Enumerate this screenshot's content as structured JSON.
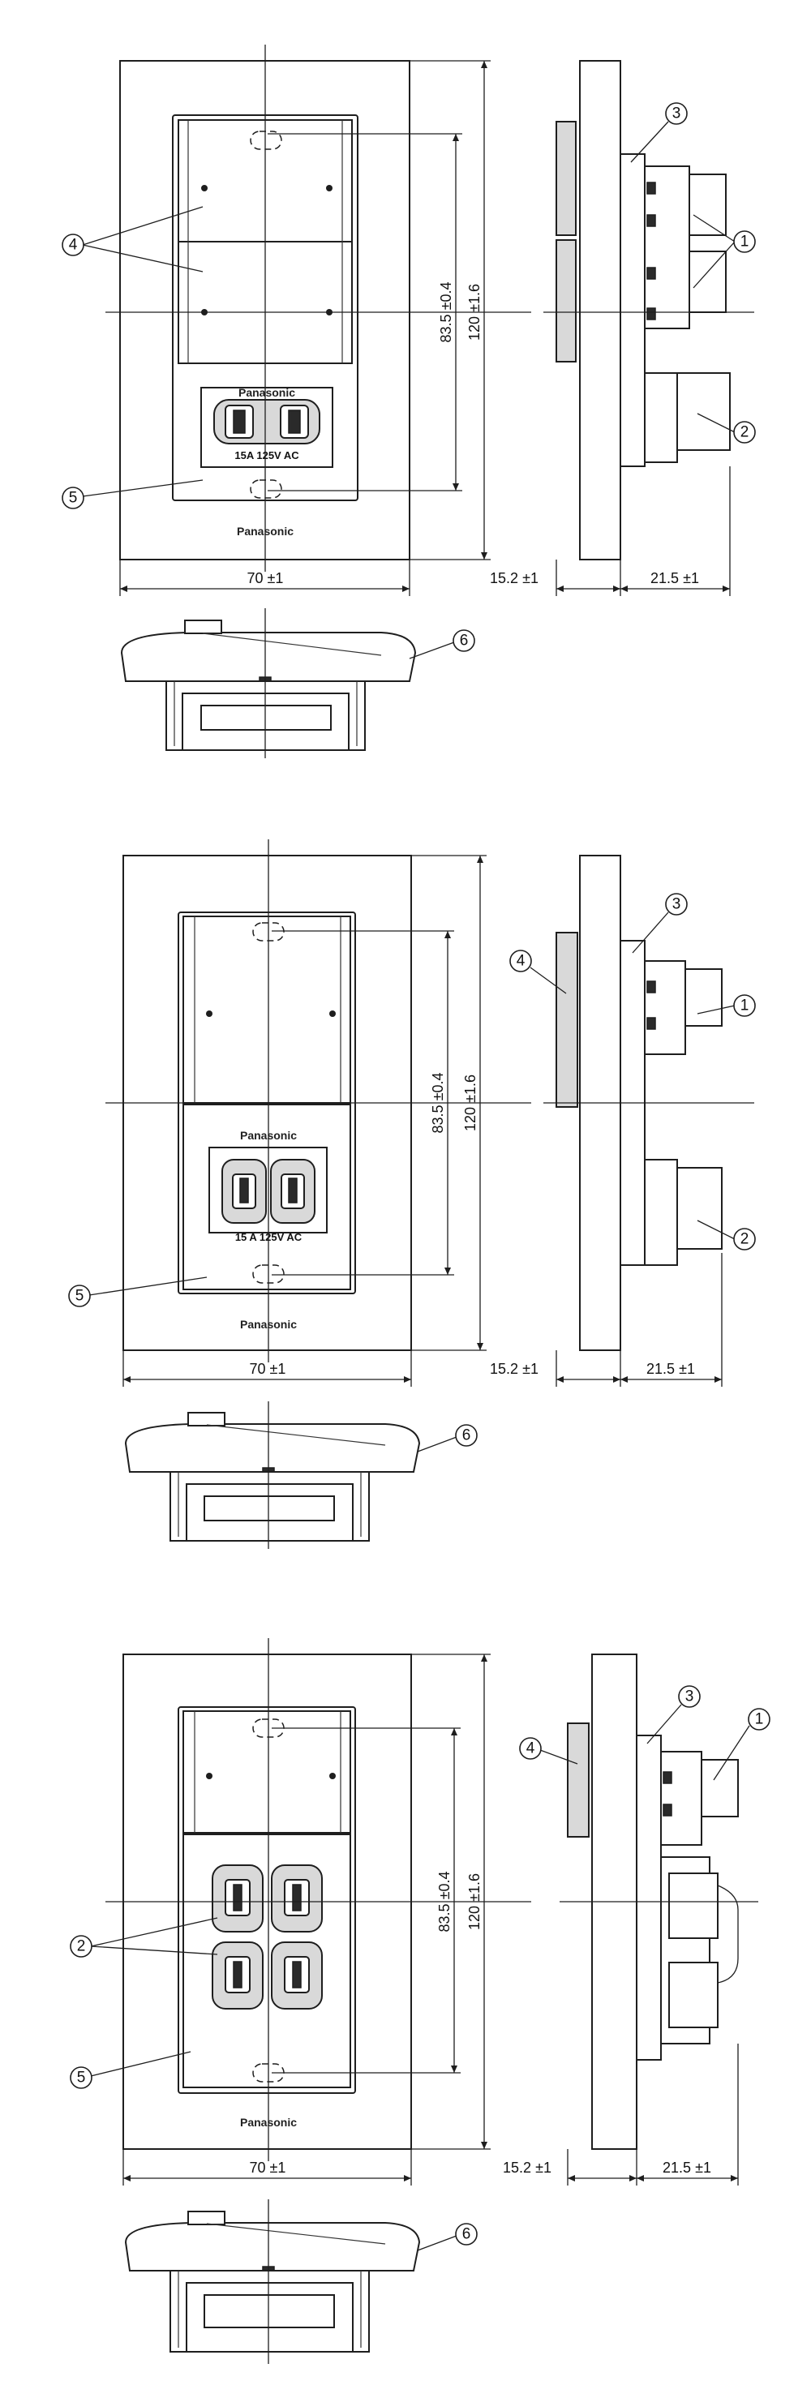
{
  "brand_label": "Panasonic",
  "rating_label": "15A 125V AC",
  "rating_label_spaced": "15 A 125V AC",
  "dimensions": {
    "width": "70 ±1",
    "inner_height": "83.5 ±0.4",
    "outer_height": "120 ±1.6",
    "plate_depth": "15.2 ±1",
    "body_depth": "21.5 ±1"
  },
  "callouts": {
    "one": "1",
    "two": "2",
    "three": "3",
    "four": "4",
    "five": "5",
    "six": "6"
  }
}
